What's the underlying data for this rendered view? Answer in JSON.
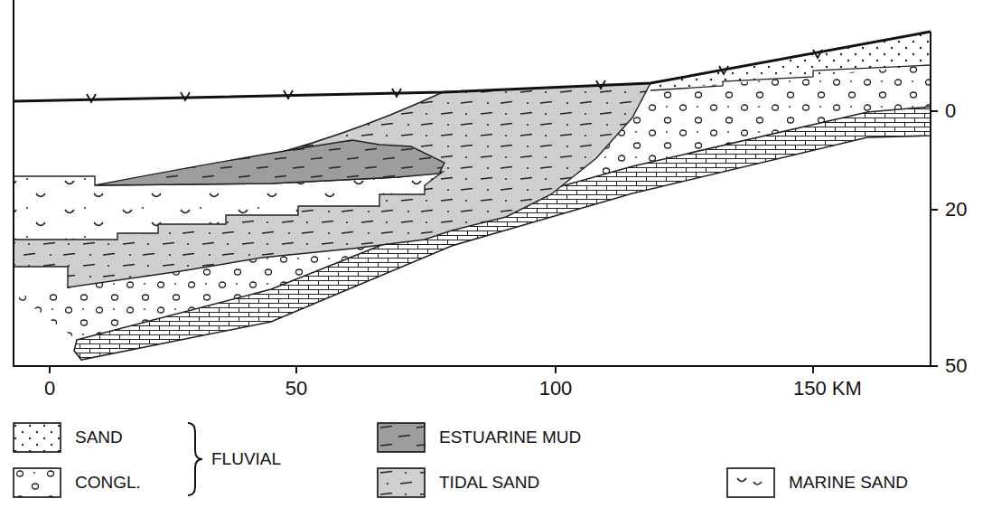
{
  "diagram": {
    "labels": [
      "0",
      "50",
      "100",
      "150 KM",
      "0",
      "20",
      "50",
      "FLUVIAL"
    ],
    "legend": [
      {
        "text": "SAND"
      },
      {
        "text": "CONGL."
      },
      {
        "text": "ESTUARINE MUD"
      },
      {
        "text": "TIDAL SAND"
      },
      {
        "text": "MARINE SAND"
      }
    ]
  }
}
